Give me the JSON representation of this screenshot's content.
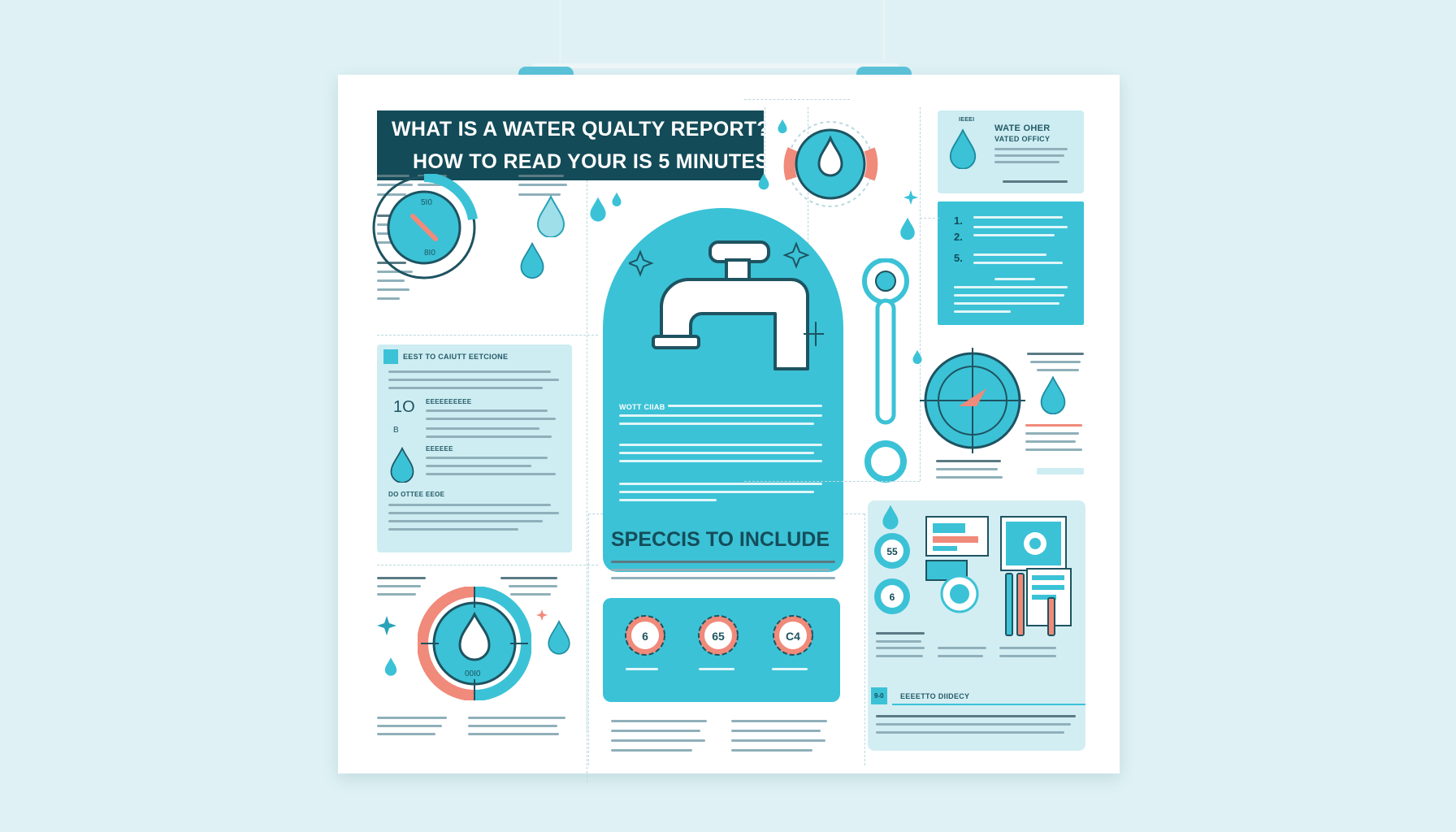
{
  "poster": {
    "title_line_1": "WHAT IS A WATER QUALTY REPORT?",
    "title_line_2": "HOW  TO READ YOUR IS 5 MINUTES",
    "section_specs_title": "SPECCIS TO INCLUDE",
    "faucet_panel_heading": "WOTT CIIAB",
    "left_panel_heading": "EEST TO CAIUTT EETCIONE",
    "left_panel_sub_1": "EEEEEEEEEE",
    "left_panel_sub_2": "EEEEEE",
    "left_panel_sub_3": "DO OTTEE EEOE",
    "right_top_heading_1": "WATE OHER",
    "right_top_heading_2": "VATED OFFICY",
    "right_top_label": "IEEEI",
    "numbered_items": [
      "1.",
      "2.",
      "5."
    ],
    "left_icon_labels": [
      "1O",
      "B"
    ],
    "bottom_right_heading": "EEEETTO DIIDECY",
    "bottom_right_badge": "9-0",
    "dial_labels": {
      "top_dial_upper": "5I0",
      "top_dial_lower": "8I0",
      "bottom_dial": "00I0"
    },
    "spec_badges": [
      "6",
      "65",
      "C4"
    ],
    "bottom_right_badges": [
      "55",
      "6"
    ]
  },
  "colors": {
    "teal": "#3bc2d6",
    "dark_teal": "#134b58",
    "light_teal": "#cdedf2",
    "coral": "#f08a7a",
    "background": "#dff1f4"
  },
  "icons": [
    "water-drop-icon",
    "faucet-icon",
    "gauge-icon",
    "sparkle-icon",
    "thermometer-icon",
    "document-icon",
    "tools-icon"
  ]
}
